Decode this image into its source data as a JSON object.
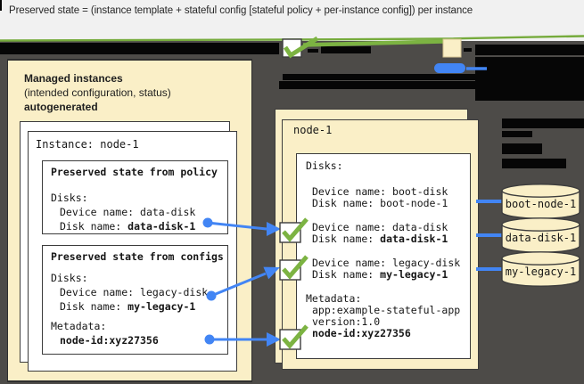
{
  "title": "Preserved state = (instance template + stateful config [stateful policy + per-instance config]) per instance",
  "colors": {
    "background": "#4d4b48",
    "panel_cream": "#faefc7",
    "accent_green": "#7cb342",
    "accent_blue": "#4285f4",
    "redaction_black": "#060606",
    "card_white": "#ffffff"
  },
  "left_panel": {
    "header": {
      "line1": "Managed instances",
      "line2": "(intended configuration, status)",
      "line3": "autogenerated"
    },
    "instance_box_title": "Instance: node-1",
    "policy_box": {
      "title": "Preserved state from policy",
      "disks": "Disks:",
      "device_label": "Device name: ",
      "device": "data-disk",
      "disk_label": "Disk name: ",
      "disk": "data-disk-1"
    },
    "configs_box": {
      "title": "Preserved state from configs",
      "disks": "Disks:",
      "device_label": "Device name: ",
      "device": "legacy-disk",
      "disk_label": "Disk name: ",
      "disk": "my-legacy-1",
      "metadata": "Metadata:",
      "metadata_value": "node-id:xyz27356"
    }
  },
  "instance_panel": {
    "title": "node-1",
    "disks": "Disks:",
    "entries": [
      {
        "device_label": "Device name: ",
        "device": "boot-disk",
        "disk_label": "Disk name: ",
        "disk": "boot-node-1"
      },
      {
        "device_label": "Device name: ",
        "device": "data-disk",
        "disk_label": "Disk name: ",
        "disk": "data-disk-1"
      },
      {
        "device_label": "Device name: ",
        "device": "legacy-disk",
        "disk_label": "Disk name: ",
        "disk": "my-legacy-1"
      }
    ],
    "metadata": "Metadata:",
    "metadata_line1": "app:example-stateful-app",
    "metadata_line2": "version:1.0",
    "metadata_bold": "node-id:xyz27356"
  },
  "disks": {
    "labels": [
      "boot-node-1",
      "data-disk-1",
      "my-legacy-1"
    ]
  }
}
